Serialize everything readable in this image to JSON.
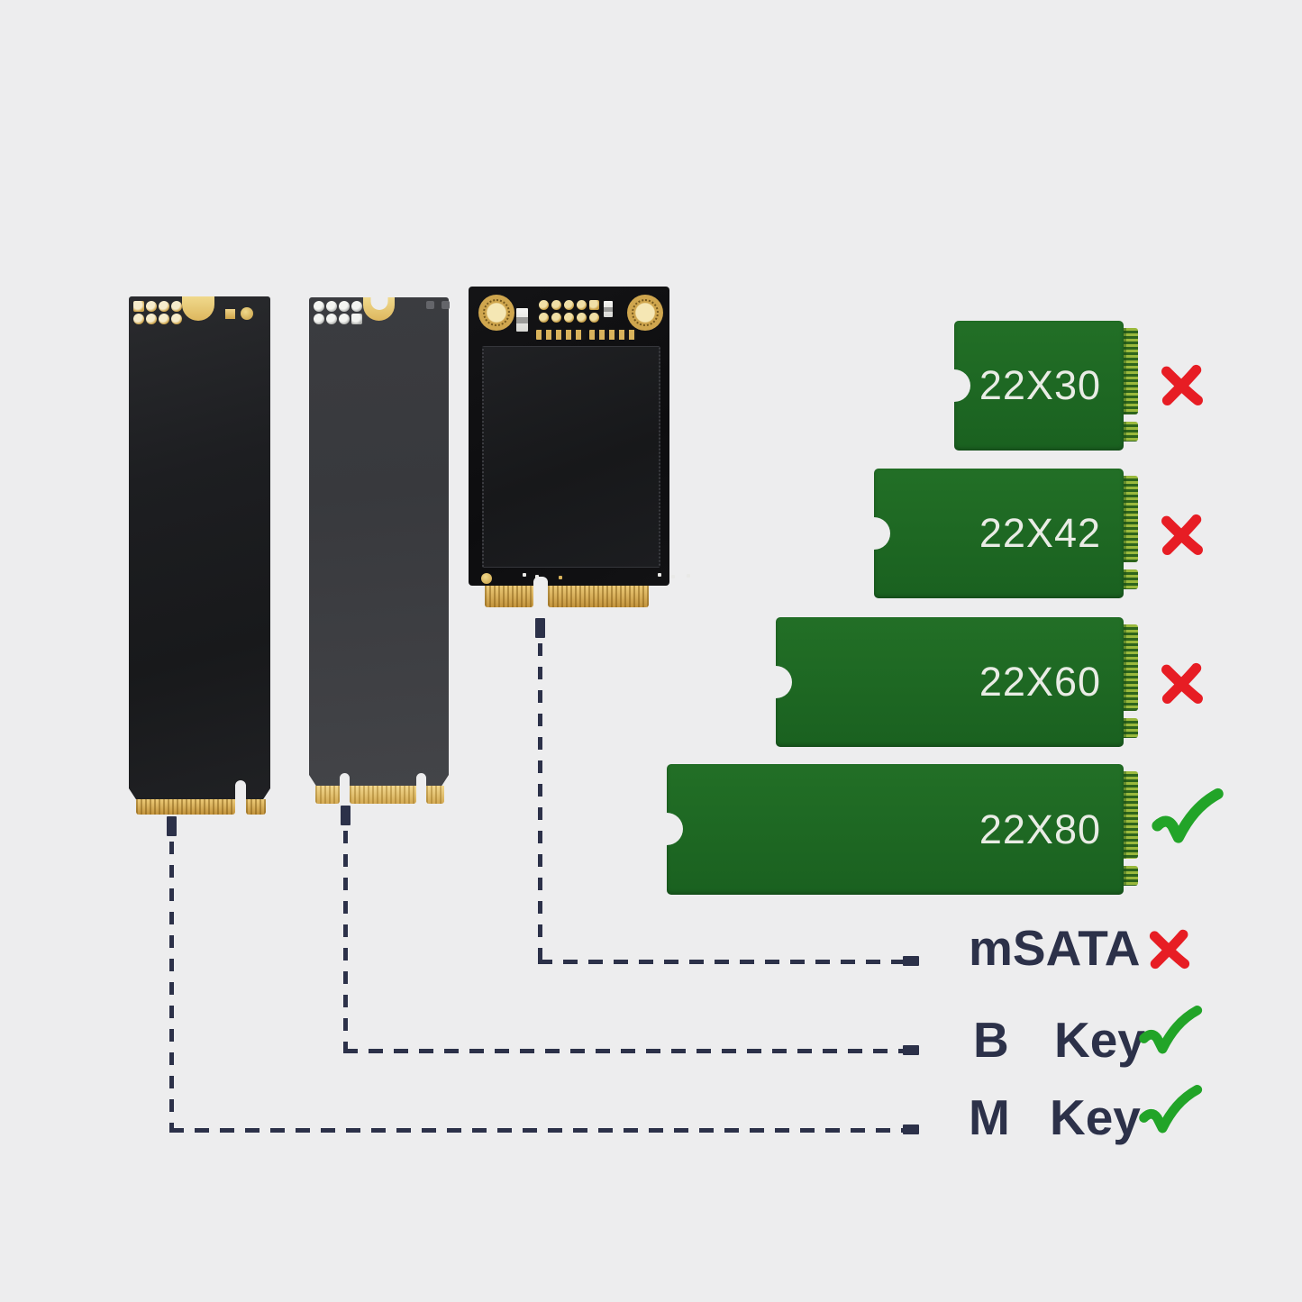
{
  "title_hidden": "",
  "modules": [
    {
      "id": "m2-m-key-ssd",
      "description": "M.2 SSD with M key edge connector",
      "connects_to": "M Key"
    },
    {
      "id": "m2-b-key-ssd",
      "description": "M.2 SSD with B+M key edge connector",
      "connects_to": "B Key"
    },
    {
      "id": "msata-ssd",
      "description": "mSATA SSD module",
      "connects_to": "mSATA"
    }
  ],
  "size_cards": [
    {
      "label": "22X30",
      "compatible": false
    },
    {
      "label": "22X42",
      "compatible": false
    },
    {
      "label": "22X60",
      "compatible": false
    },
    {
      "label": "22X80",
      "compatible": true
    }
  ],
  "key_rows": [
    {
      "label": "mSATA",
      "compatible": false
    },
    {
      "letter": "B",
      "word": "Key",
      "compatible": true
    },
    {
      "letter": "M",
      "word": "Key",
      "compatible": true
    }
  ],
  "colors": {
    "background": "#ededee",
    "card_green": "#1e6b22",
    "cross_red": "#e71d24",
    "check_green": "#22a428",
    "line_navy": "#2c3149",
    "gold": "#d4a94f"
  }
}
